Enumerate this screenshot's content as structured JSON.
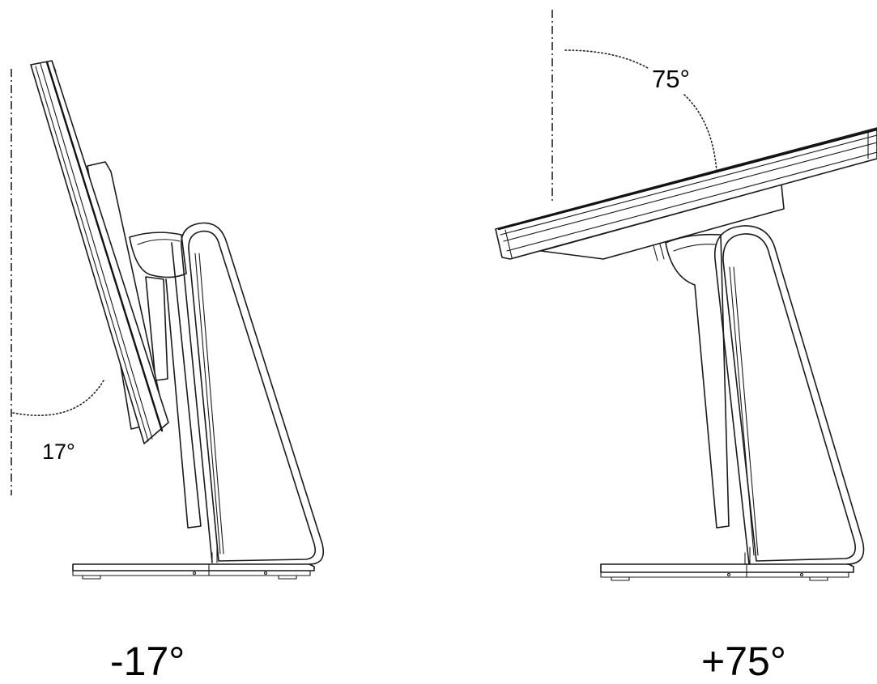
{
  "left_view": {
    "angle_label": "17°",
    "caption": "-17°",
    "tilt_degrees": -17
  },
  "right_view": {
    "angle_label": "75°",
    "caption": "+75°",
    "tilt_degrees": 75
  },
  "colors": {
    "line": "#1a1a1a",
    "background": "#ffffff"
  }
}
